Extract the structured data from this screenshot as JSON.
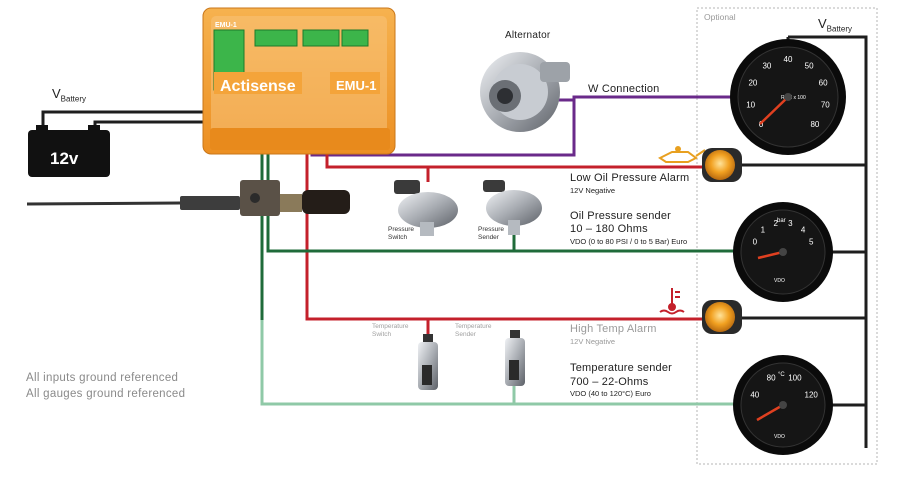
{
  "vbattery_left": {
    "v": "V",
    "sub": "Battery"
  },
  "vbattery_right": {
    "v": "V",
    "sub": "Battery"
  },
  "battery_label": "12v",
  "optional_label": "Optional",
  "device": {
    "brand": "Actisense",
    "model": "EMU-1",
    "side_label": "EMU-1",
    "colors": {
      "body": "#f4a43a",
      "body_dark": "#e88a1c",
      "terminal": "#3cb54a"
    }
  },
  "alternator": {
    "label": "Alternator",
    "connection_label": "W Connection"
  },
  "alarms": {
    "low_oil": {
      "title": "Low Oil Pressure Alarm",
      "sub": "12V Negative"
    },
    "high_temp": {
      "title": "High Temp Alarm",
      "sub": "12V Negative"
    }
  },
  "senders": {
    "oil": {
      "title": "Oil Pressure sender",
      "range": "10 – 180 Ohms",
      "sub": "VDO (0 to 80 PSI / 0 to 5 Bar) Euro"
    },
    "temp": {
      "title": "Temperature sender",
      "range": "700 – 22-Ohms",
      "sub": "VDO (40 to 120°C) Euro"
    }
  },
  "component_labels": {
    "pressure_switch": [
      "Pressure",
      "Switch"
    ],
    "pressure_sender": [
      "Pressure",
      "Sender"
    ],
    "temperature_switch": [
      "Temperature",
      "Switch"
    ],
    "temperature_sender": [
      "Temperature",
      "Sender"
    ]
  },
  "gauges": {
    "rpm": {
      "ticks": [
        "0",
        "10",
        "20",
        "30",
        "40",
        "50",
        "60",
        "70",
        "80"
      ],
      "unit": "RPM x 100"
    },
    "oil": {
      "ticks": [
        "0",
        "1",
        "2",
        "3",
        "4",
        "5"
      ],
      "unit": "bar",
      "brand": "VDO"
    },
    "temp": {
      "ticks": [
        "40",
        "80",
        "100",
        "120"
      ],
      "unit": "°C",
      "brand": "VDO"
    }
  },
  "notes": [
    "All inputs ground referenced",
    "All gauges ground referenced"
  ],
  "wire_colors": {
    "black": "#1e1e1e",
    "purple": "#6a2a8a",
    "red": "#c4202b",
    "green": "#1f6b3a",
    "light_green": "#8fc9a7",
    "lamp": "#f1a020"
  }
}
